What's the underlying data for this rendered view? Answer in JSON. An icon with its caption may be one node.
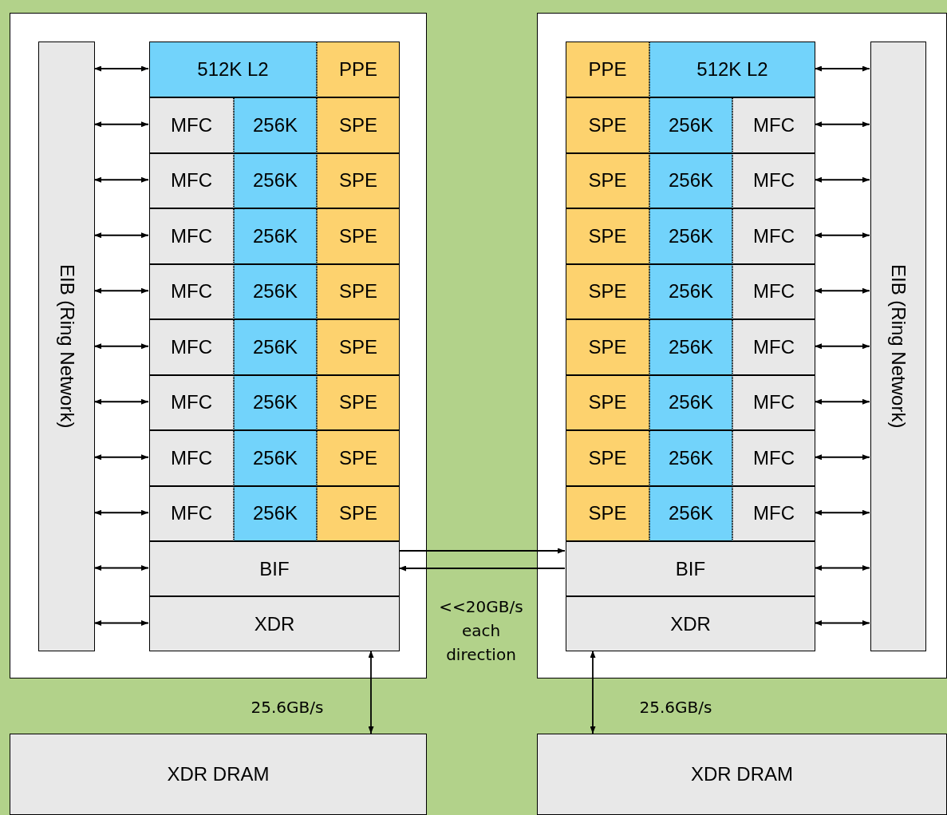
{
  "diagram": {
    "nodes": [
      {
        "text": [],
        "shape": "box"
      },
      {
        "text": [
          "EIB (Ring Network)"
        ],
        "in": 0
      },
      {
        "text": [
          "512K L2"
        ],
        "in": 0
      },
      {
        "text": [
          "PPE"
        ],
        "in": 0
      },
      {
        "text": [
          "MFC"
        ],
        "in": 0
      },
      {
        "text": [
          "256K"
        ],
        "in": 0
      },
      {
        "text": [
          "SPE"
        ],
        "in": 0
      },
      {
        "text": [
          "MFC"
        ],
        "in": 0
      },
      {
        "text": [
          "256K"
        ],
        "in": 0
      },
      {
        "text": [
          "SPE"
        ],
        "in": 0
      },
      {
        "text": [
          "MFC"
        ],
        "in": 0
      },
      {
        "text": [
          "256K"
        ],
        "in": 0
      },
      {
        "text": [
          "SPE"
        ],
        "in": 0
      },
      {
        "text": [
          "MFC"
        ],
        "in": 0
      },
      {
        "text": [
          "256K"
        ],
        "in": 0
      },
      {
        "text": [
          "SPE"
        ],
        "in": 0
      },
      {
        "text": [
          "MFC"
        ],
        "in": 0
      },
      {
        "text": [
          "256K"
        ],
        "in": 0
      },
      {
        "text": [
          "SPE"
        ],
        "in": 0
      },
      {
        "text": [
          "MFC"
        ],
        "in": 0
      },
      {
        "text": [
          "256K"
        ],
        "in": 0
      },
      {
        "text": [
          "SPE"
        ],
        "in": 0
      },
      {
        "text": [
          "MFC"
        ],
        "in": 0
      },
      {
        "text": [
          "256K"
        ],
        "in": 0
      },
      {
        "text": [
          "SPE"
        ],
        "in": 0
      },
      {
        "text": [
          "MFC"
        ],
        "in": 0
      },
      {
        "text": [
          "256K"
        ],
        "in": 0
      },
      {
        "text": [
          "SPE"
        ],
        "in": 0
      },
      {
        "text": [
          "BIF"
        ],
        "in": 0
      },
      {
        "text": [
          "XDR"
        ],
        "in": 0
      },
      {
        "text": [],
        "shape": "box"
      },
      {
        "text": [
          "EIB (Ring Network)"
        ],
        "in": 30
      },
      {
        "text": [
          "PPE"
        ],
        "in": 30
      },
      {
        "text": [
          "512K L2"
        ],
        "in": 30
      },
      {
        "text": [
          "SPE"
        ],
        "in": 30
      },
      {
        "text": [
          "256K"
        ],
        "in": 30
      },
      {
        "text": [
          "MFC"
        ],
        "in": 30
      },
      {
        "text": [
          "SPE"
        ],
        "in": 30
      },
      {
        "text": [
          "256K"
        ],
        "in": 30
      },
      {
        "text": [
          "MFC"
        ],
        "in": 30
      },
      {
        "text": [
          "SPE"
        ],
        "in": 30
      },
      {
        "text": [
          "256K"
        ],
        "in": 30
      },
      {
        "text": [
          "MFC"
        ],
        "in": 30
      },
      {
        "text": [
          "SPE"
        ],
        "in": 30
      },
      {
        "text": [
          "256K"
        ],
        "in": 30
      },
      {
        "text": [
          "MFC"
        ],
        "in": 30
      },
      {
        "text": [
          "SPE"
        ],
        "in": 30
      },
      {
        "text": [
          "256K"
        ],
        "in": 30
      },
      {
        "text": [
          "MFC"
        ],
        "in": 30
      },
      {
        "text": [
          "SPE"
        ],
        "in": 30
      },
      {
        "text": [
          "256K"
        ],
        "in": 30
      },
      {
        "text": [
          "MFC"
        ],
        "in": 30
      },
      {
        "text": [
          "SPE"
        ],
        "in": 30
      },
      {
        "text": [
          "256K"
        ],
        "in": 30
      },
      {
        "text": [
          "MFC"
        ],
        "in": 30
      },
      {
        "text": [
          "SPE"
        ],
        "in": 30
      },
      {
        "text": [
          "256K"
        ],
        "in": 30
      },
      {
        "text": [
          "MFC"
        ],
        "in": 30
      },
      {
        "text": [
          "BIF"
        ],
        "in": 30
      },
      {
        "text": [
          "XDR"
        ],
        "in": 30
      },
      {
        "text": [
          "XDR DRAM"
        ]
      },
      {
        "text": [
          "XDR DRAM"
        ]
      }
    ],
    "edges": [
      {
        "from": 1,
        "to": 2,
        "arrow": "both"
      },
      {
        "from": 1,
        "to": 4,
        "arrow": "both"
      },
      {
        "from": 1,
        "to": 7,
        "arrow": "both"
      },
      {
        "from": 1,
        "to": 10,
        "arrow": "both"
      },
      {
        "from": 1,
        "to": 13,
        "arrow": "both"
      },
      {
        "from": 1,
        "to": 16,
        "arrow": "both"
      },
      {
        "from": 1,
        "to": 19,
        "arrow": "both"
      },
      {
        "from": 1,
        "to": 22,
        "arrow": "both"
      },
      {
        "from": 1,
        "to": 25,
        "arrow": "both"
      },
      {
        "from": 1,
        "to": 28,
        "arrow": "both"
      },
      {
        "from": 1,
        "to": 29,
        "arrow": "both"
      },
      {
        "from": 33,
        "to": 31,
        "arrow": "both"
      },
      {
        "from": 36,
        "to": 31,
        "arrow": "both"
      },
      {
        "from": 39,
        "to": 31,
        "arrow": "both"
      },
      {
        "from": 42,
        "to": 31,
        "arrow": "both"
      },
      {
        "from": 45,
        "to": 31,
        "arrow": "both"
      },
      {
        "from": 48,
        "to": 31,
        "arrow": "both"
      },
      {
        "from": 51,
        "to": 31,
        "arrow": "both"
      },
      {
        "from": 54,
        "to": 31,
        "arrow": "both"
      },
      {
        "from": 57,
        "to": 31,
        "arrow": "both"
      },
      {
        "from": 58,
        "to": 31,
        "arrow": "both"
      },
      {
        "from": 59,
        "to": 31,
        "arrow": "both"
      },
      {
        "from": 28,
        "to": 58,
        "arrow": "to"
      },
      {
        "from": 58,
        "to": 28,
        "arrow": "to"
      },
      {
        "from": 29,
        "to": 60,
        "arrow": "both",
        "label": "25.6GB/s"
      },
      {
        "from": 59,
        "to": 61,
        "arrow": "both",
        "label": "25.6GB/s"
      }
    ],
    "labels": [
      "<<20GB/s each direction"
    ]
  }
}
